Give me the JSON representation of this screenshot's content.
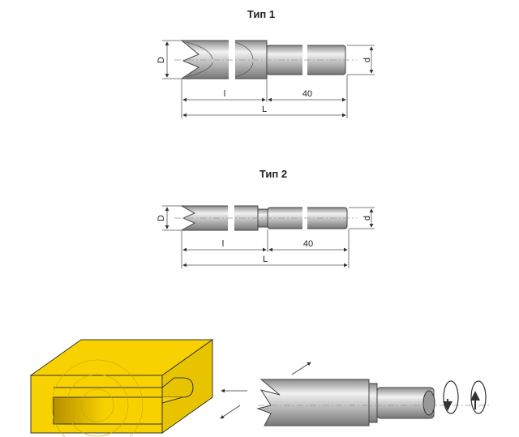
{
  "type1": {
    "title": "Тип 1",
    "D": "D",
    "d": "d",
    "l": "l",
    "shank": "40",
    "L": "L"
  },
  "type2": {
    "title": "Тип 2",
    "D": "D",
    "d": "d",
    "l": "l",
    "shank": "40",
    "L": "L"
  },
  "colors": {
    "wood": "#f7d200",
    "metal": "#c8c8c8",
    "outline": "#333333"
  }
}
